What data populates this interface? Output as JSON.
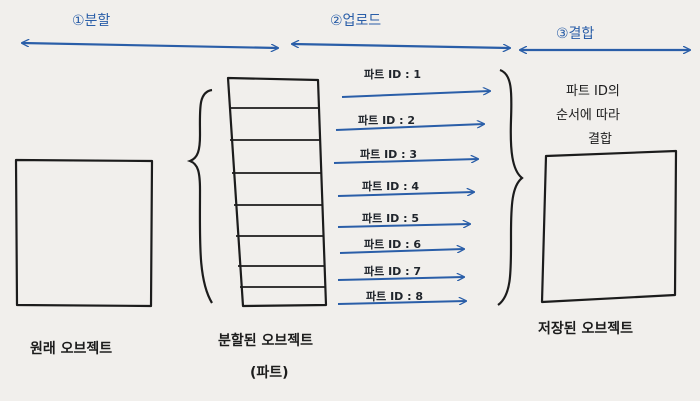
{
  "phases": {
    "split": "①분할",
    "upload": "②업로드",
    "combine": "③결합"
  },
  "part_ids": [
    "파트 ID : 1",
    "파트 ID : 2",
    "파트 ID : 3",
    "파트 ID : 4",
    "파트 ID : 5",
    "파트 ID : 6",
    "파트 ID : 7",
    "파트 ID : 8"
  ],
  "combine_note": {
    "line1": "파트 ID의",
    "line2": "순서에 따라",
    "line3": "결합"
  },
  "captions": {
    "original": "원래 오브젝트",
    "split": "분할된 오브젝트",
    "split_paren": "(파트)",
    "stored": "저장된 오브젝트"
  },
  "colors": {
    "ink_blue": "#2a5ea8",
    "ink_black": "#1c1c1c",
    "paper": "#f1efec"
  }
}
